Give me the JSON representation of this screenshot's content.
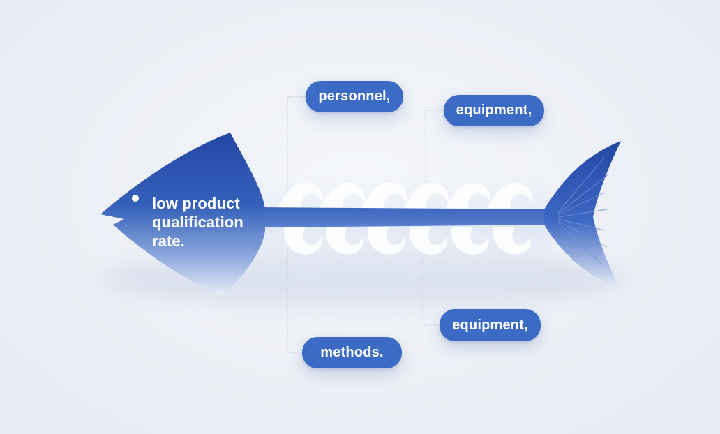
{
  "diagram": {
    "problem": {
      "lines": [
        "low product",
        "qualification",
        "rate."
      ]
    },
    "causes": {
      "top_left": "personnel,",
      "top_right": "equipment,",
      "bottom_right": "equipment,",
      "bottom_left": "methods."
    }
  },
  "colors": {
    "fish_dark": "#2347a3",
    "fish_mid": "#4a74c9",
    "fish_light": "#e9eef7",
    "label_bg": "#3b6bc4",
    "connector": "#c3cad6"
  }
}
